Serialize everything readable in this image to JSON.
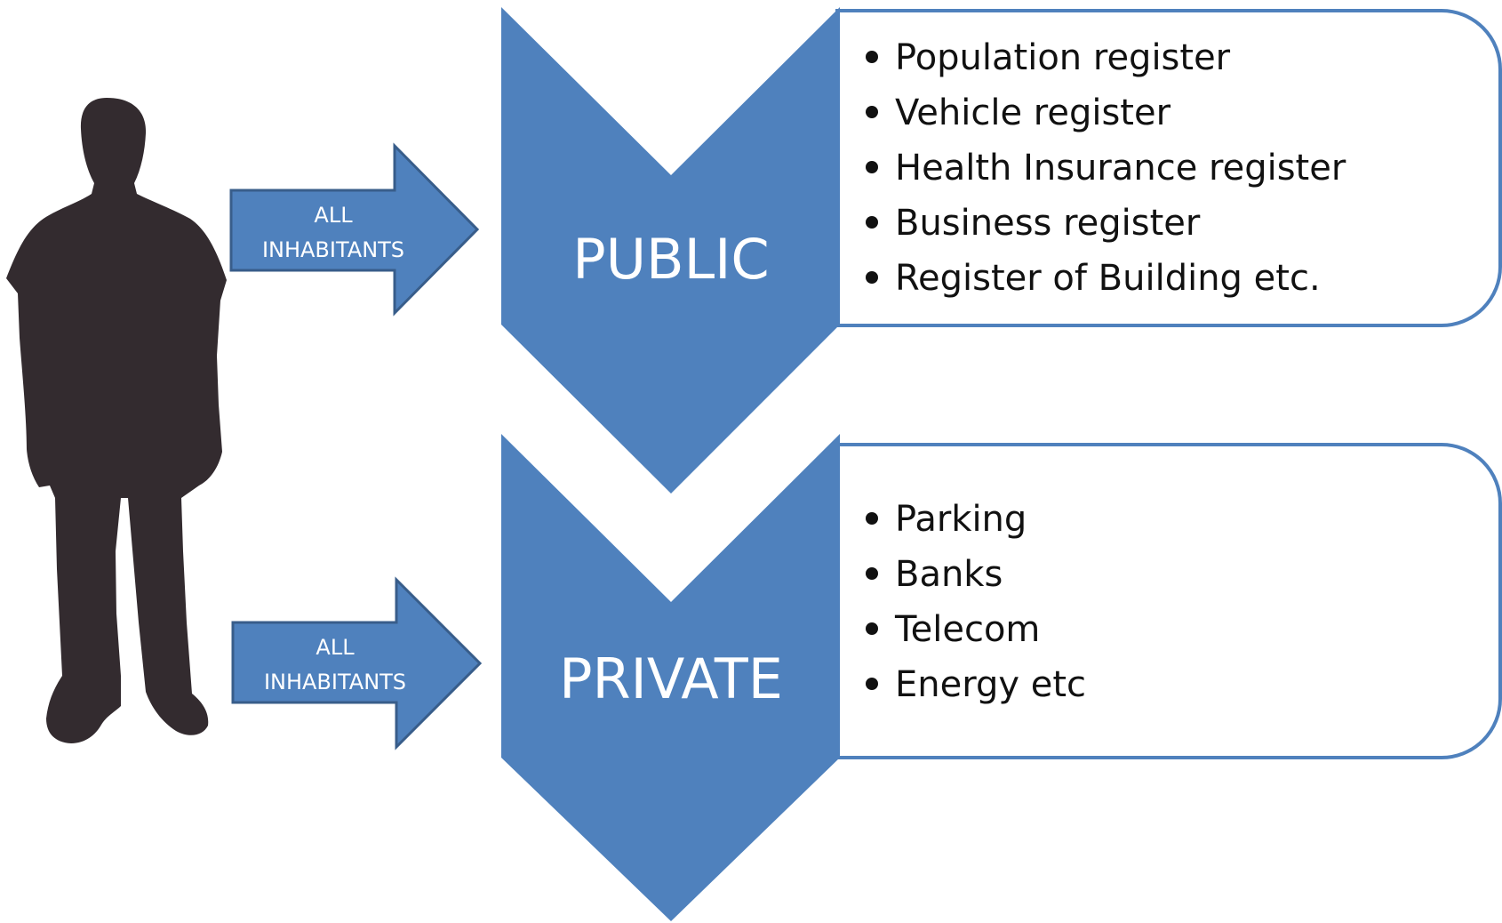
{
  "colors": {
    "chevron_fill": "#4f81bd",
    "arrow_stroke": "#385d8a",
    "box_border": "#4f81bd",
    "silhouette": "#332b2f",
    "label_text": "#ffffff",
    "list_text": "#111111"
  },
  "icons": {
    "person": "person-silhouette-icon"
  },
  "arrows": [
    {
      "line1": "ALL",
      "line2": "INHABITANTS"
    },
    {
      "line1": "ALL",
      "line2": "INHABITANTS"
    }
  ],
  "sections": [
    {
      "label": "PUBLIC",
      "items": [
        "Population register",
        "Vehicle register",
        "Health Insurance register",
        "Business register",
        "Register of Building etc."
      ]
    },
    {
      "label": "PRIVATE",
      "items": [
        "Parking",
        "Banks",
        "Telecom",
        "Energy etc"
      ]
    }
  ]
}
